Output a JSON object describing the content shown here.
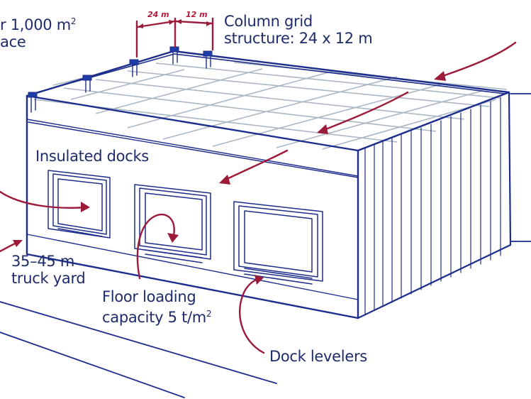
{
  "labels": {
    "area_line1": "r 1,000 m",
    "area_sup": "2",
    "area_line2": "ace",
    "column_grid_line1": "Column grid",
    "column_grid_line2": "structure: 24 x 12 m",
    "dim_24": "24 m",
    "dim_12": "12 m",
    "insulated_docks": "Insulated docks",
    "truck_yard_line1": "35–45 m",
    "truck_yard_line2": "truck yard",
    "floor_line1": "Floor loading",
    "floor_line2": "capacity 5 t/m",
    "floor_sup": "2",
    "dock_levelers": "Dock levelers"
  },
  "colors": {
    "ink_blue": "#1d2d8c",
    "grid_gray": "#aab7c4",
    "arrow_red": "#9c1a3a",
    "text_navy": "#1d2b6b"
  }
}
